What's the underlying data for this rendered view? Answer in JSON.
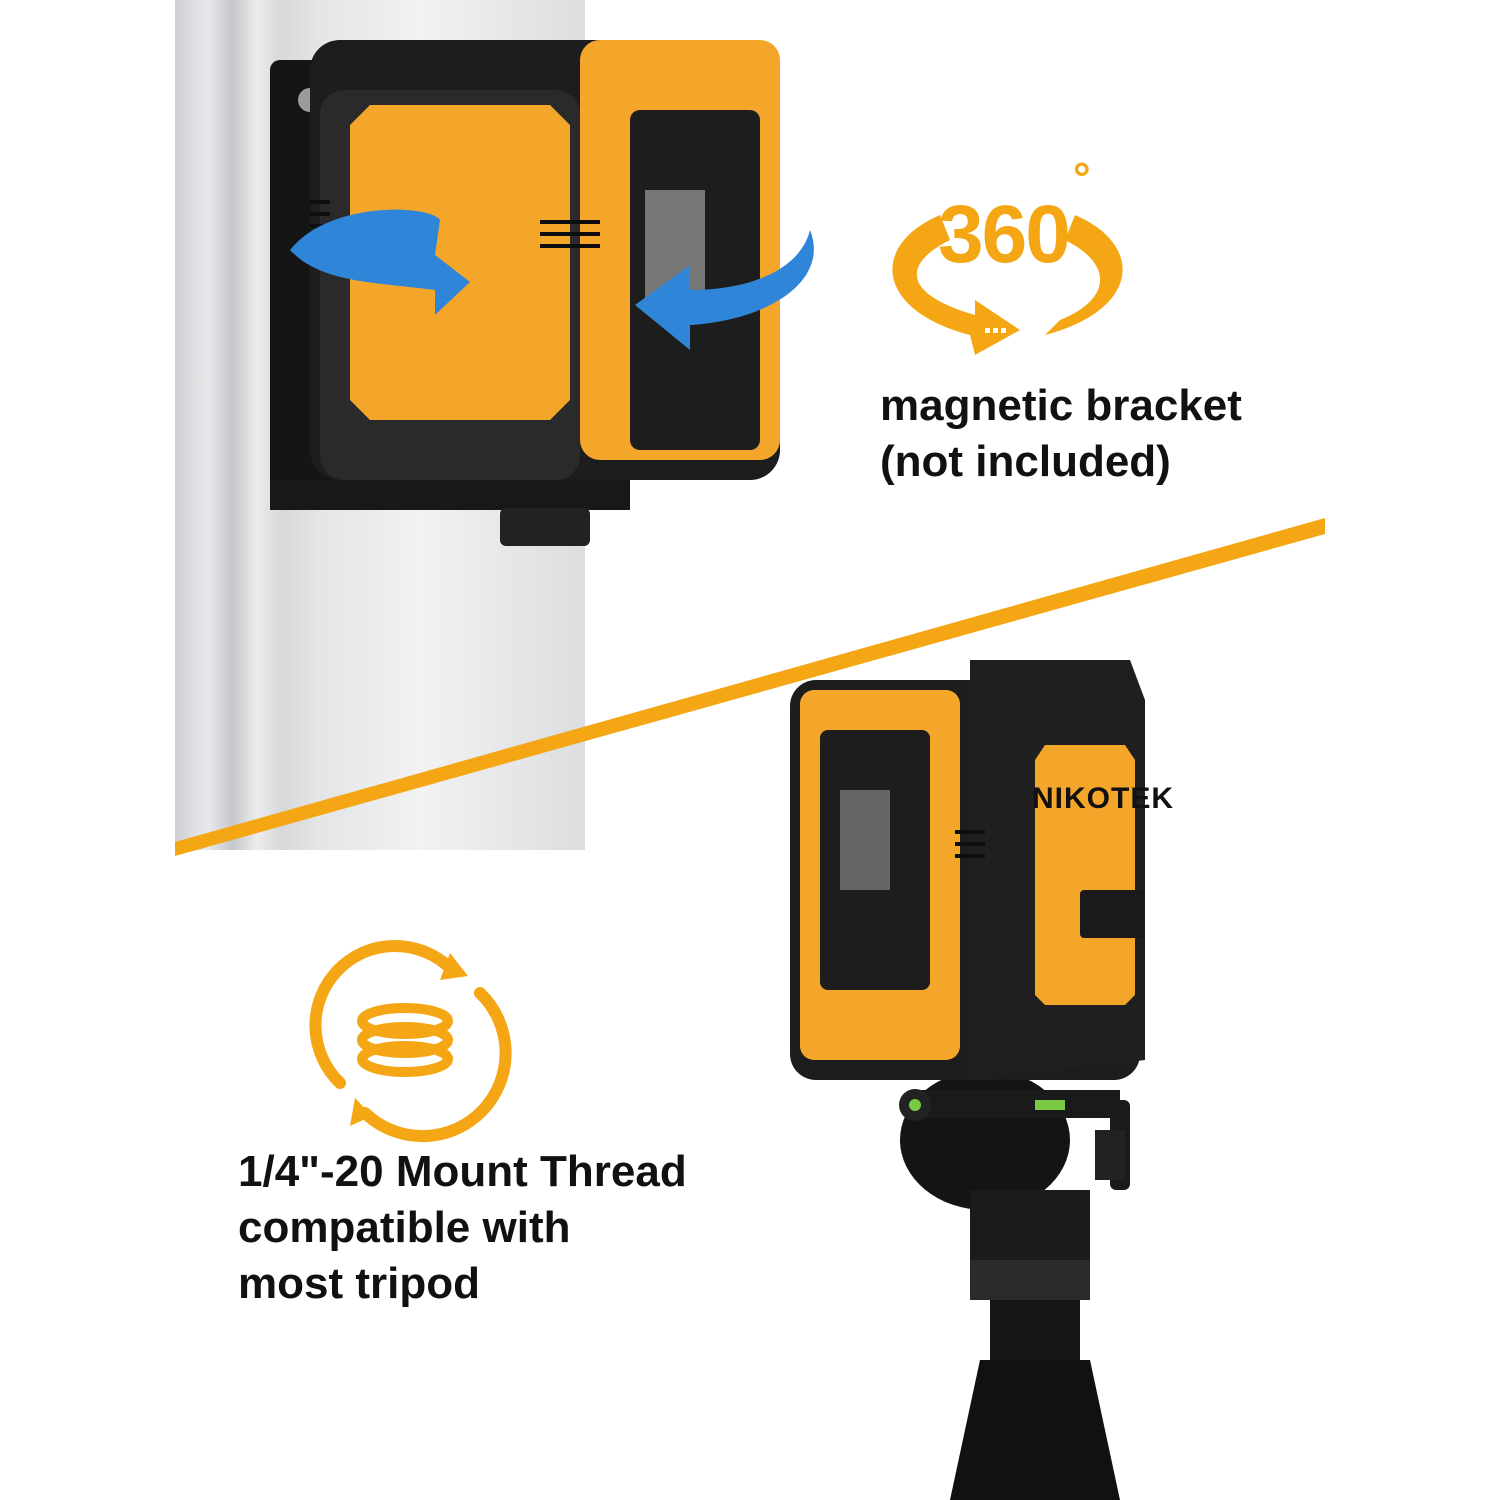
{
  "top_section": {
    "badge": {
      "number": "360",
      "degree": "°"
    },
    "caption_lines": [
      "magnetic bracket",
      "(not included)"
    ]
  },
  "bottom_section": {
    "caption_lines": [
      "1/4\"-20 Mount Thread",
      "compatible with",
      "most tripod"
    ]
  },
  "product": {
    "brand": "NIKOTEK"
  },
  "colors": {
    "accent": "#f5a614",
    "body_dark": "#1e1e1e",
    "body_yellow": "#f4a62a",
    "rotation_arrow": "#2f86d8",
    "wall": "#dcdddf"
  }
}
